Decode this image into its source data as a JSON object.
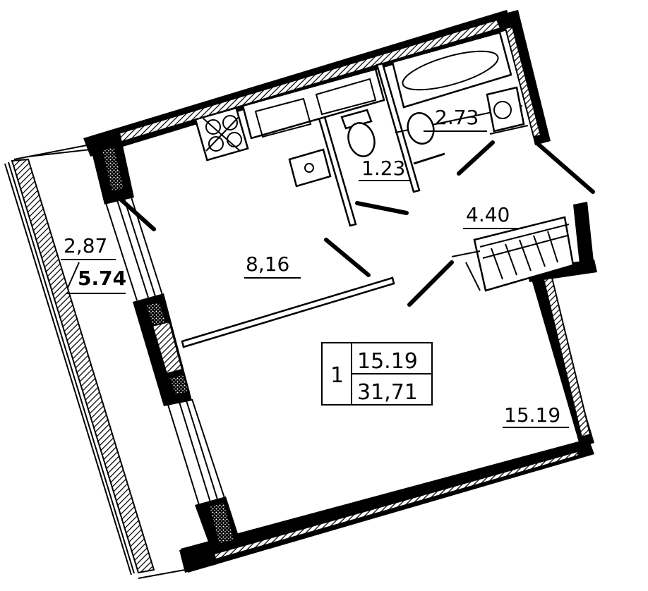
{
  "plan": {
    "balcony_area": "2,87",
    "balcony_area_total": "5.74",
    "bathroom_area": "2.73",
    "toilet_area": "1.23",
    "kitchen_area": "8,16",
    "hallway_area": "4.40",
    "living_room_area": "15.19",
    "summary": {
      "rooms": "1",
      "living_area": "15.19",
      "total_area": "31,71"
    }
  }
}
